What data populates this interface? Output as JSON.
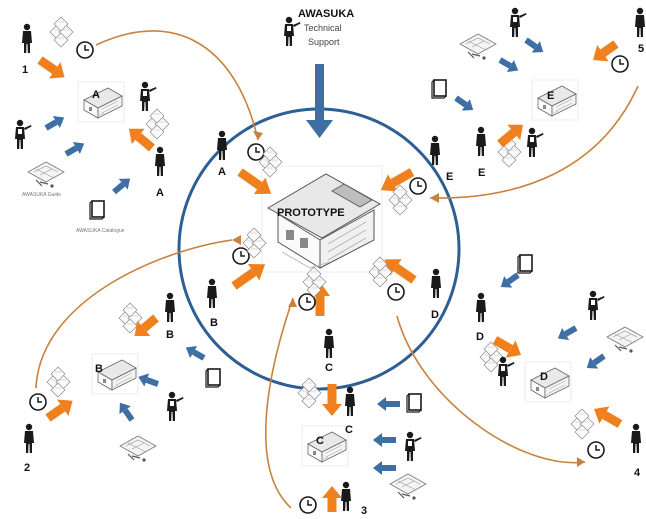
{
  "support": {
    "title": "AWASUKA",
    "line1": "Technical",
    "line2": "Support"
  },
  "center": {
    "label": "PROTOTYPE"
  },
  "group_labels": {
    "house_a": "A",
    "house_b": "B",
    "house_c": "C",
    "house_d": "D",
    "house_e": "E",
    "person_a_outer": "A",
    "person_b_outer": "B",
    "person_c_outer": "C",
    "person_d_outer": "D",
    "person_e_outer": "E",
    "person_a_inner": "A",
    "person_b_inner": "B",
    "person_c_inner": "C",
    "person_d_inner": "D",
    "person_e_inner": "E"
  },
  "numbers": {
    "n1": "1",
    "n2": "2",
    "n3": "3",
    "n4": "4",
    "n5": "5"
  },
  "faint_text": {
    "guide": "AWASUKA Guide",
    "catalogue": "AWASUKA Catalogue"
  },
  "colors": {
    "orange": "#f07f1e",
    "blue": "#3d6fa5",
    "circle": "#2e5f93",
    "curve": "#c9823e",
    "person": "#1a1a1a"
  }
}
